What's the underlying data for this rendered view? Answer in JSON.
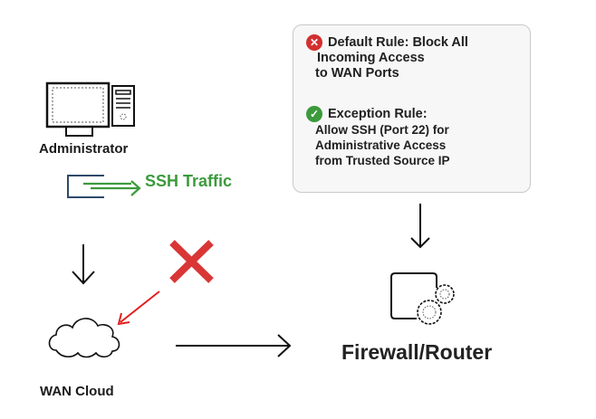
{
  "rules": {
    "default": {
      "icon": "x-circle-icon",
      "color": "#d32f2f",
      "title": "Default Rule: Block All",
      "line2": " Incoming Access",
      "line3": "to WAN Ports"
    },
    "exception": {
      "icon": "check-circle-icon",
      "color": "#3c9a3c",
      "title": "Exception Rule:",
      "line2": "Allow SSH (Port 22) for",
      "line3": "Administrative Access",
      "line4": "from Trusted Source IP"
    }
  },
  "nodes": {
    "administrator": "Administrator",
    "ssh_traffic": "SSH Traffic",
    "wan_cloud": "WAN Cloud",
    "firewall": "Firewall/Router"
  },
  "colors": {
    "ssh_green": "#3c9a3c",
    "block_red": "#d32f2f",
    "blocked_arrow": "#e02020",
    "port_blue": "#2e4a6b"
  }
}
